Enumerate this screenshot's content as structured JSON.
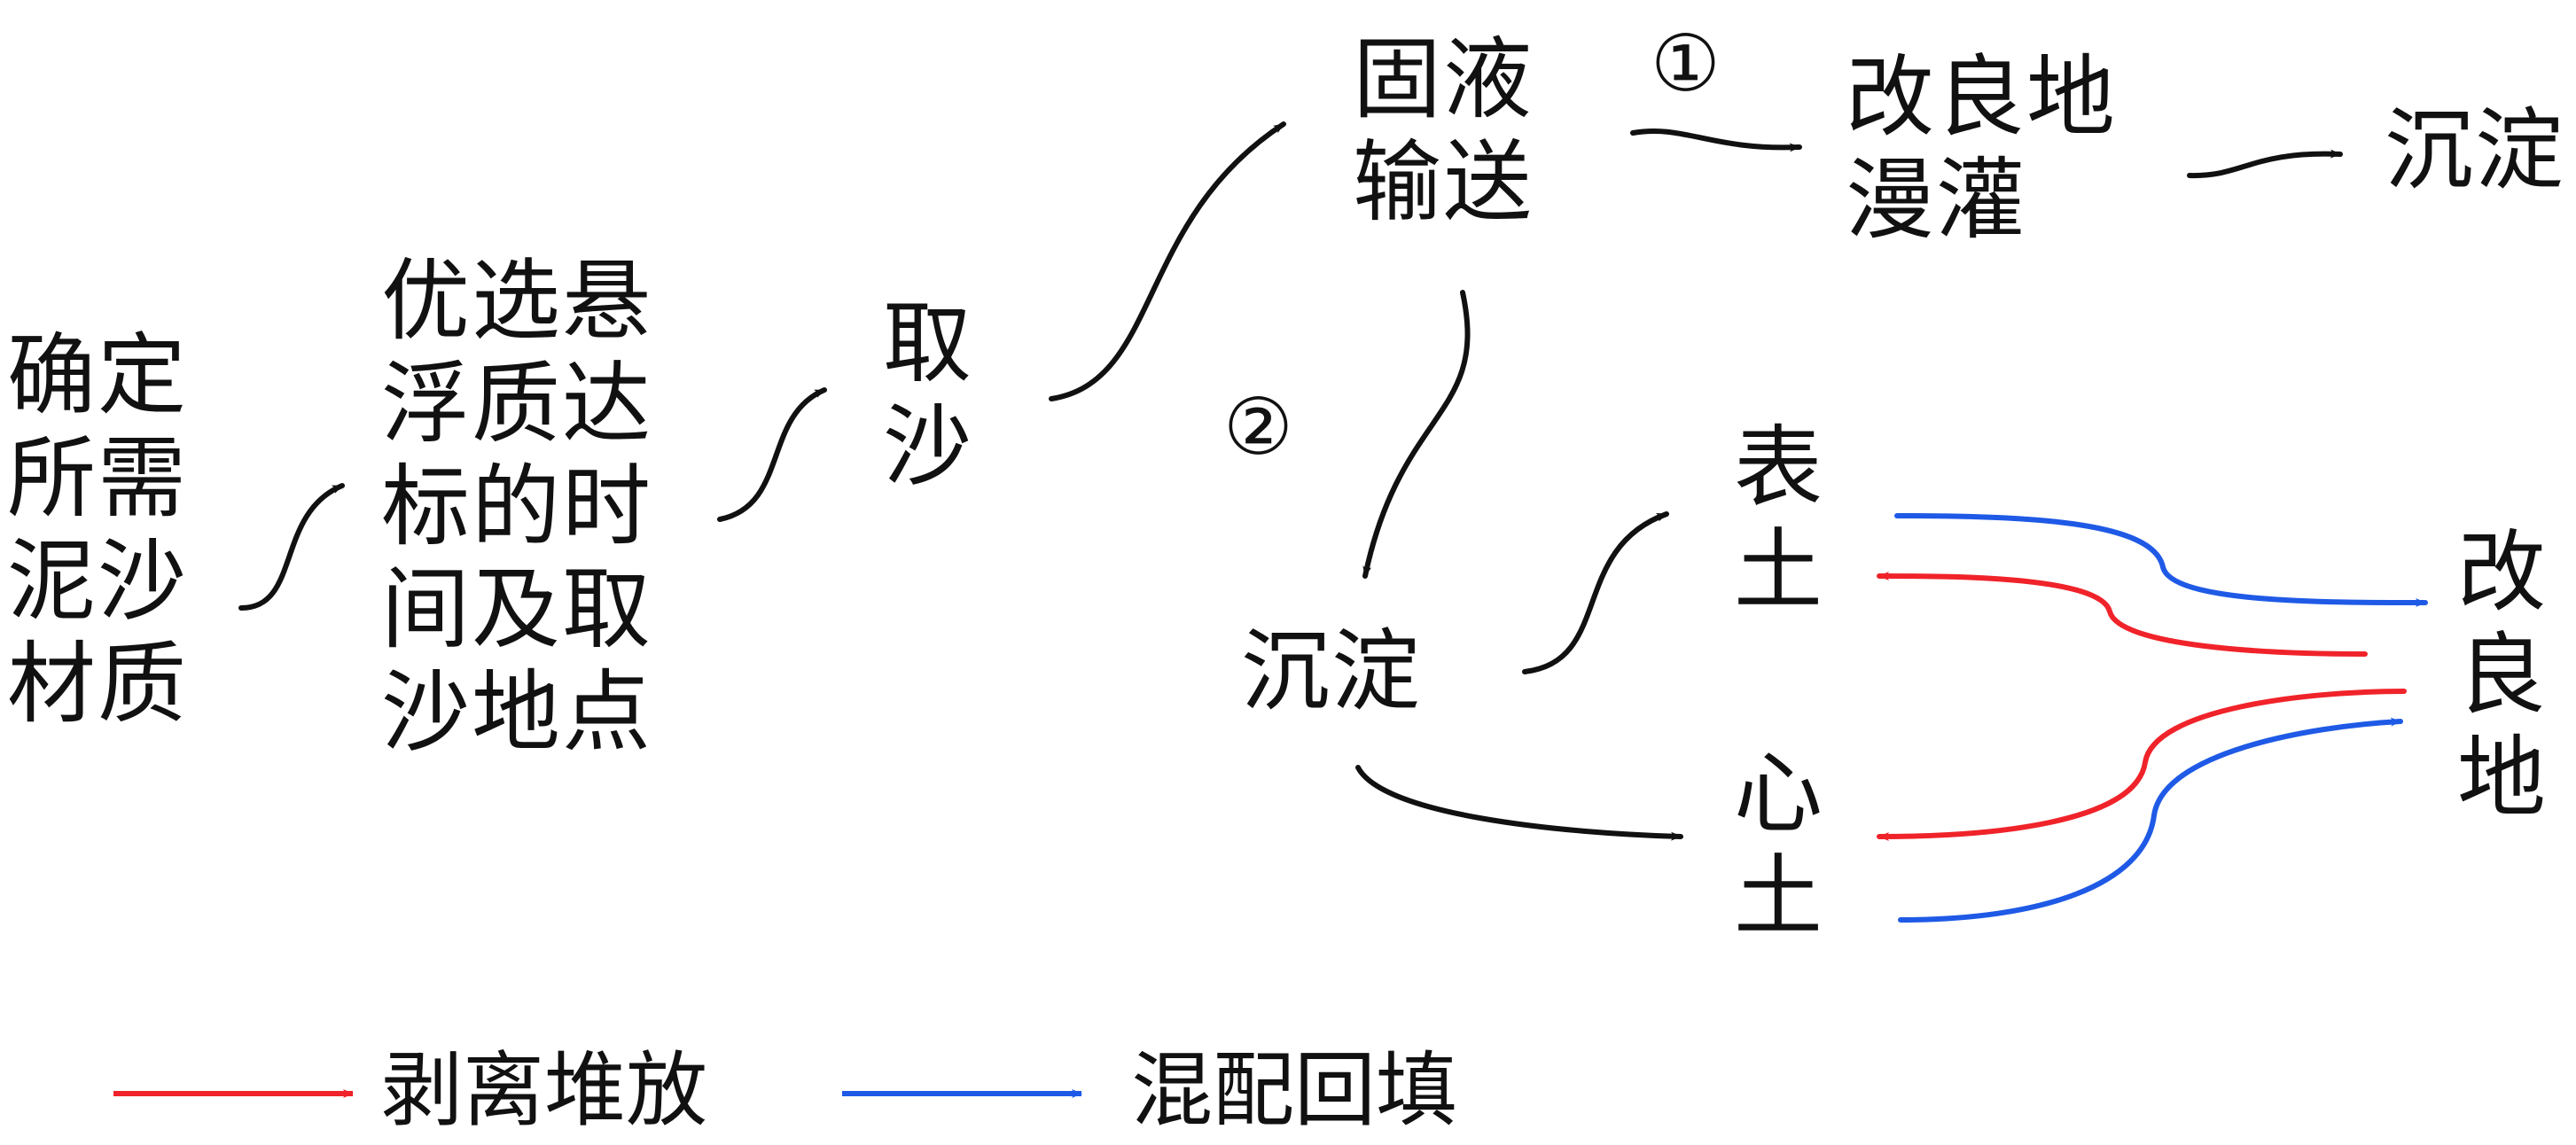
{
  "colors": {
    "ink": "#111111",
    "strip": "#f0232a",
    "mix": "#1f5ae6"
  },
  "steps": {
    "confirm": "确定\n所需\n泥沙\n材质",
    "select": "优选悬\n浮质达\n标的时\n间及取\n沙地点",
    "take": "取\n沙",
    "transport": "固液\n输送",
    "irrigate": "改良地\n漫灌",
    "settle_top": "沉淀",
    "settle_mid": "沉淀",
    "topsoil": "表\n土",
    "subsoil": "心\n土",
    "improved": "改\n良\n地"
  },
  "paths": {
    "one": "①",
    "two": "②"
  },
  "legend": {
    "strip": "剥离堆放",
    "mix": "混配回填"
  }
}
